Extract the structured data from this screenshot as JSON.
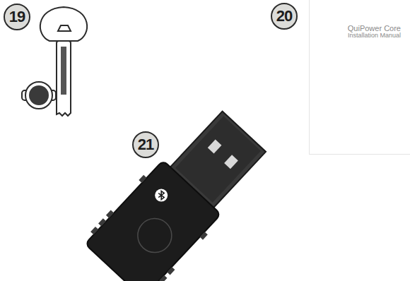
{
  "diagram": {
    "nodes": [
      {
        "text": [
          "19"
        ]
      },
      {
        "text": [
          "20"
        ]
      },
      {
        "text": [
          "QuiPower Core",
          "Installation Manual"
        ]
      },
      {
        "text": [
          "21"
        ]
      }
    ]
  }
}
